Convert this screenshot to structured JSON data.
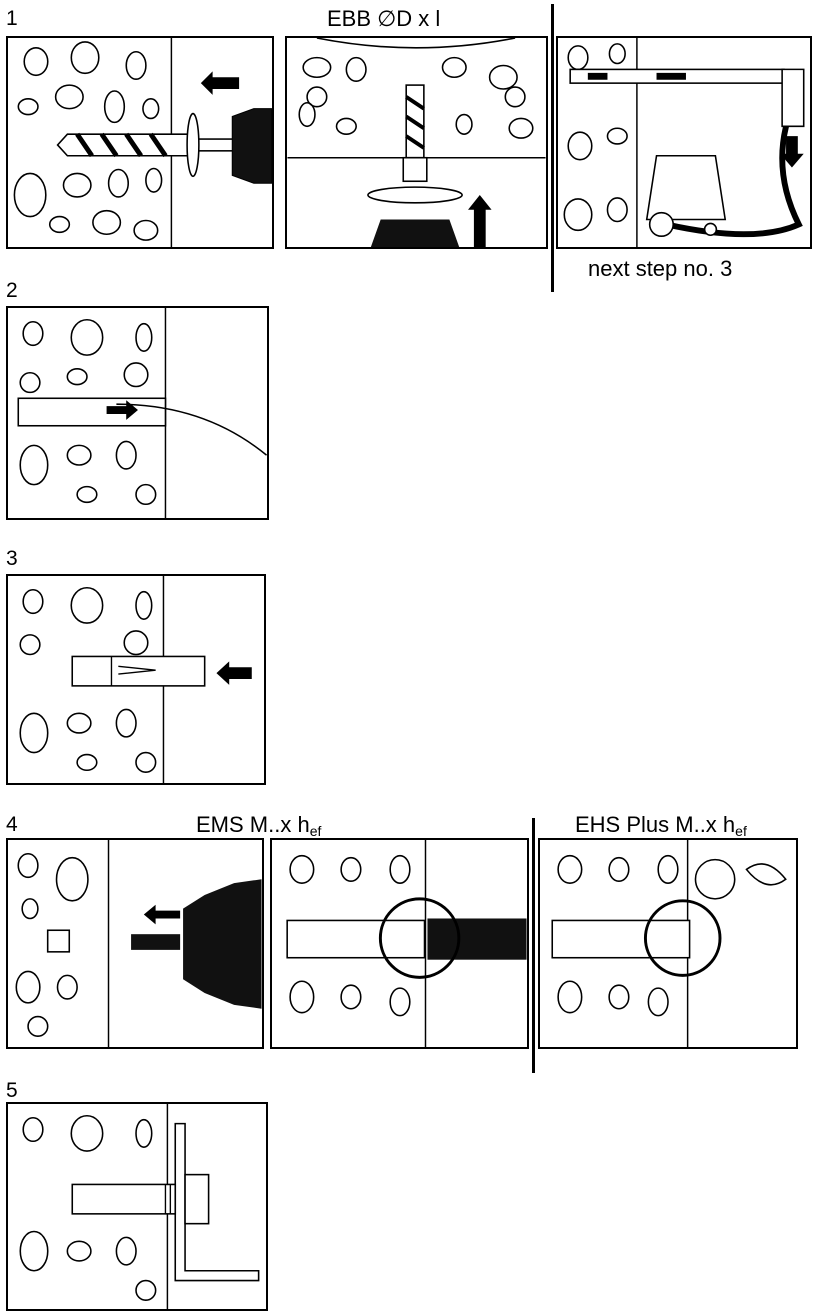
{
  "steps": [
    {
      "number": "1",
      "label": "EBB ∅D x l",
      "note": "next step no. 3"
    },
    {
      "number": "2"
    },
    {
      "number": "3"
    },
    {
      "number": "4",
      "label_a": "EMS M..x h",
      "label_a_sub": "ef",
      "label_b": "EHS Plus M..x h",
      "label_b_sub": "ef"
    },
    {
      "number": "5"
    }
  ],
  "icons": [
    "drill-icon",
    "hammer-drill-bit-icon",
    "vacuum-cleaner-icon",
    "blow-out-pump-icon",
    "anchor-sleeve-icon",
    "setting-tool-icon",
    "eye-icon",
    "bolt-icon"
  ]
}
